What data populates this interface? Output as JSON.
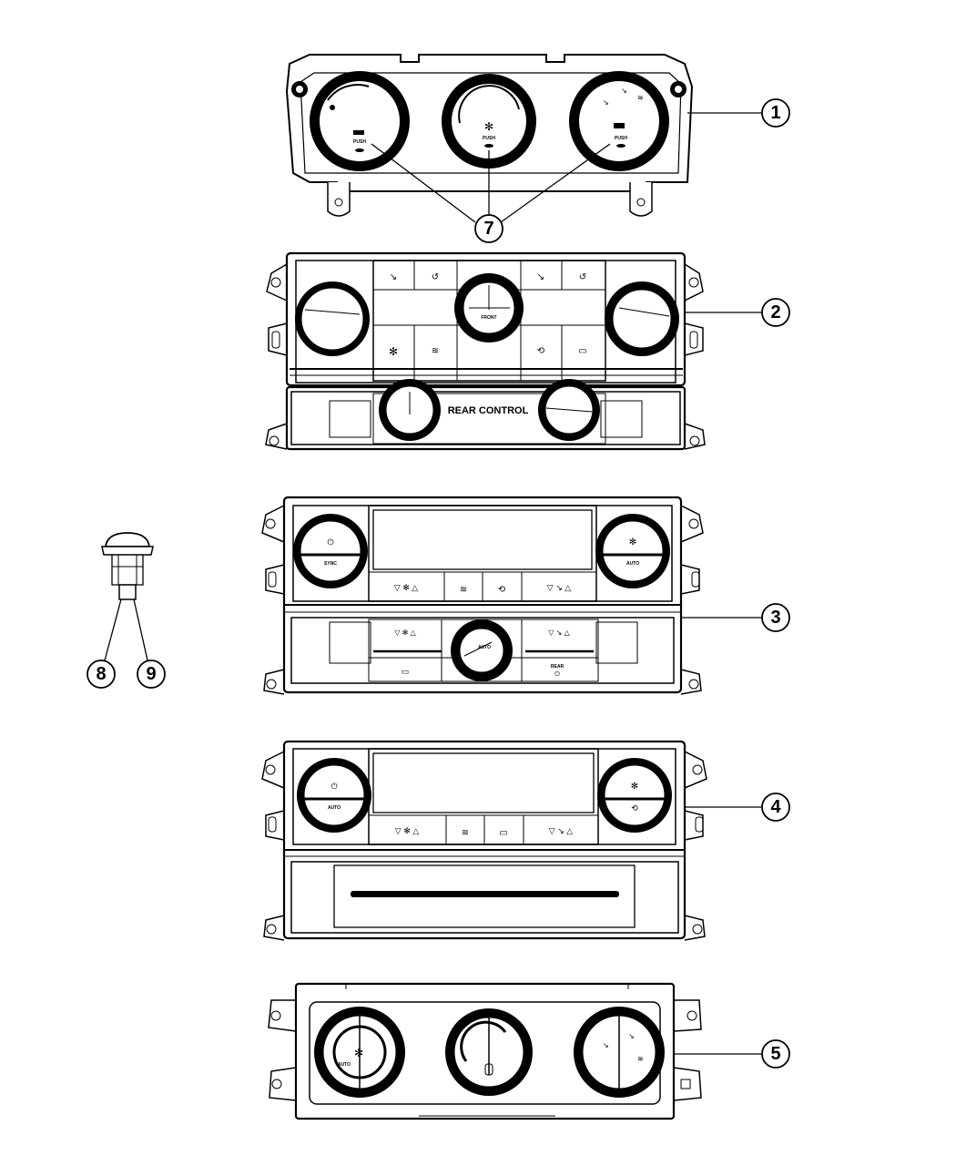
{
  "diagram": {
    "callouts": [
      "1",
      "2",
      "3",
      "4",
      "5",
      "7",
      "8",
      "9"
    ],
    "rear_control_label": "REAR CONTROL",
    "knob_labels": {
      "push": "PUSH",
      "auto": "AUTO",
      "sync": "SYNC",
      "front": "FRONT",
      "rear": "REAR"
    }
  }
}
